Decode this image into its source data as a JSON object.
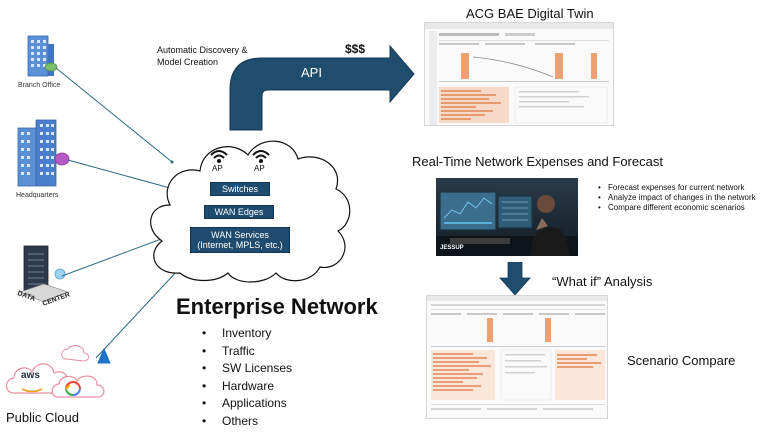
{
  "titles": {
    "digital_twin": "ACG BAE Digital Twin",
    "realtime": "Real-Time Network Expenses and Forecast",
    "what_if": "“What if” Analysis",
    "scenario_compare": "Scenario Compare",
    "enterprise_network": "Enterprise Network"
  },
  "arrow": {
    "discovery_line1": "Automatic Discovery &",
    "discovery_line2": "Model Creation",
    "cost": "$$$",
    "api": "API"
  },
  "sites": {
    "branch_office": "Branch Office",
    "headquarters": "Headquarters",
    "data_center_word1": "DATA",
    "data_center_word2": "CENTER",
    "public_cloud": "Public Cloud",
    "aws": "aws"
  },
  "cloud": {
    "ap_label": "AP",
    "switches": "Switches",
    "wan_edges": "WAN Edges",
    "wan_services_line1": "WAN  Services",
    "wan_services_line2": "(Internet, MPLS, etc.)"
  },
  "forecast_bullets": [
    "Forecast expenses for current network",
    "Analyze impact of changes in the network",
    "Compare different economic scenarios"
  ],
  "network_items": [
    "Inventory",
    "Traffic",
    "SW Licenses",
    "Hardware",
    "Applications",
    "Others"
  ],
  "photo_brand": "JESSUP",
  "colors": {
    "navy": "#1e4b6e",
    "arrow_blue": "#1f4d6e",
    "accent_orange": "#f0a070",
    "building_blue": "#5b8fd6"
  }
}
